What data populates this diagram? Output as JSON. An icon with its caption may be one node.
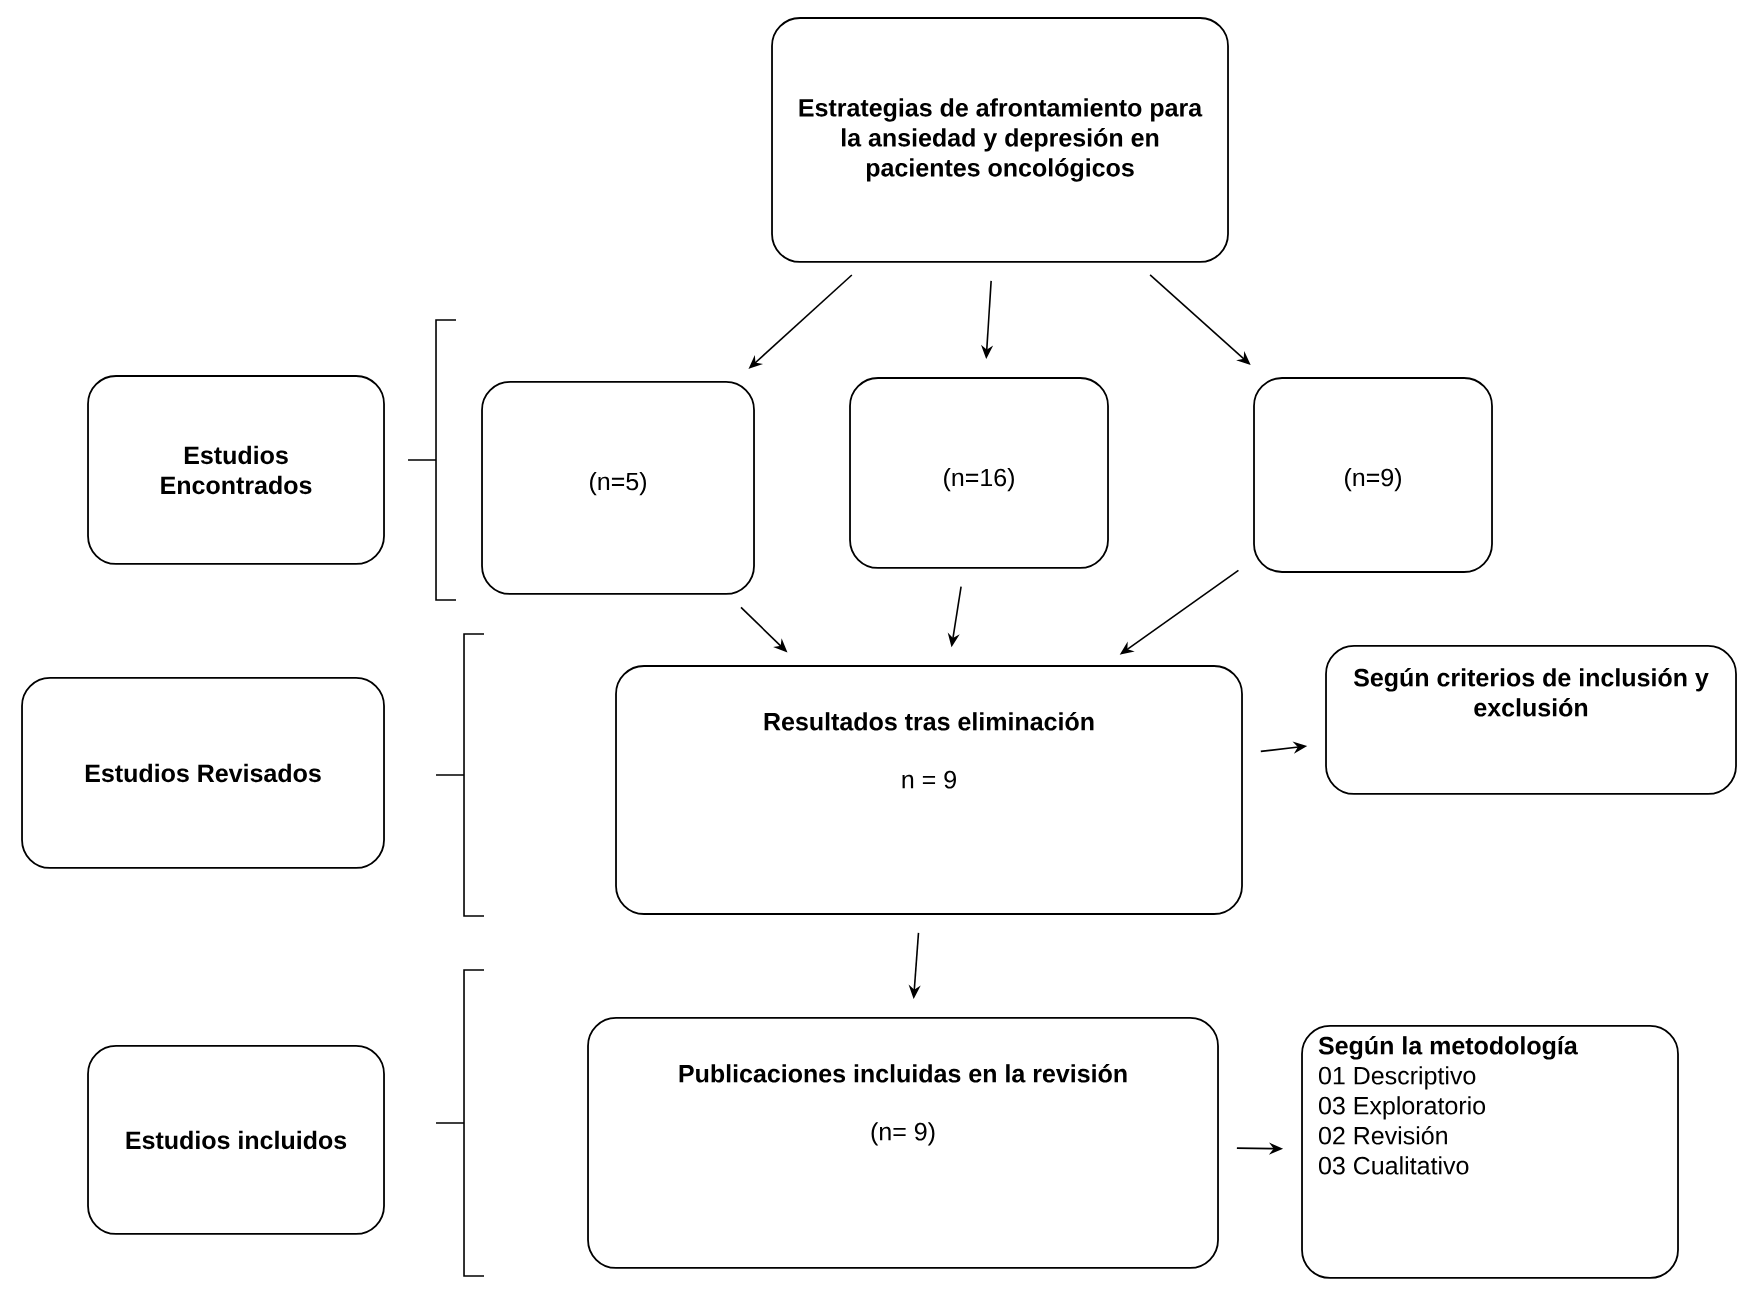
{
  "diagram": {
    "nodes": [
      {
        "text": [
          "Estrategias de afrontamiento para la ansiedad y depresión en pacientes oncológicos"
        ]
      },
      {
        "text": [
          "Estudios Encontrados"
        ]
      },
      {
        "text": [
          "(n=5)"
        ]
      },
      {
        "text": [
          "(n=16)"
        ]
      },
      {
        "text": [
          "(n=9)"
        ]
      },
      {
        "text": [
          "Estudios Revisados"
        ]
      },
      {
        "text": [
          "Resultados tras eliminación",
          "n = 9"
        ]
      },
      {
        "text": [
          "Según criterios de inclusión y exclusión"
        ]
      },
      {
        "text": [
          "Estudios incluidos"
        ]
      },
      {
        "text": [
          "Publicaciones incluidas en la revisión",
          "(n= 9)"
        ]
      },
      {
        "text": [
          "Según la metodología",
          "01 Descriptivo",
          "03 Exploratorio",
          "02 Revisión",
          "03 Cualitativo"
        ]
      }
    ],
    "edges": [
      {
        "from": 0,
        "to": 2,
        "arrow": "to"
      },
      {
        "from": 0,
        "to": 3,
        "arrow": "to"
      },
      {
        "from": 0,
        "to": 4,
        "arrow": "to"
      },
      {
        "from": 2,
        "to": 6,
        "arrow": "to"
      },
      {
        "from": 3,
        "to": 6,
        "arrow": "to"
      },
      {
        "from": 4,
        "to": 6,
        "arrow": "to"
      },
      {
        "from": 6,
        "to": 7,
        "arrow": "to"
      },
      {
        "from": 6,
        "to": 9,
        "arrow": "to"
      },
      {
        "from": 9,
        "to": 10,
        "arrow": "to"
      }
    ]
  }
}
